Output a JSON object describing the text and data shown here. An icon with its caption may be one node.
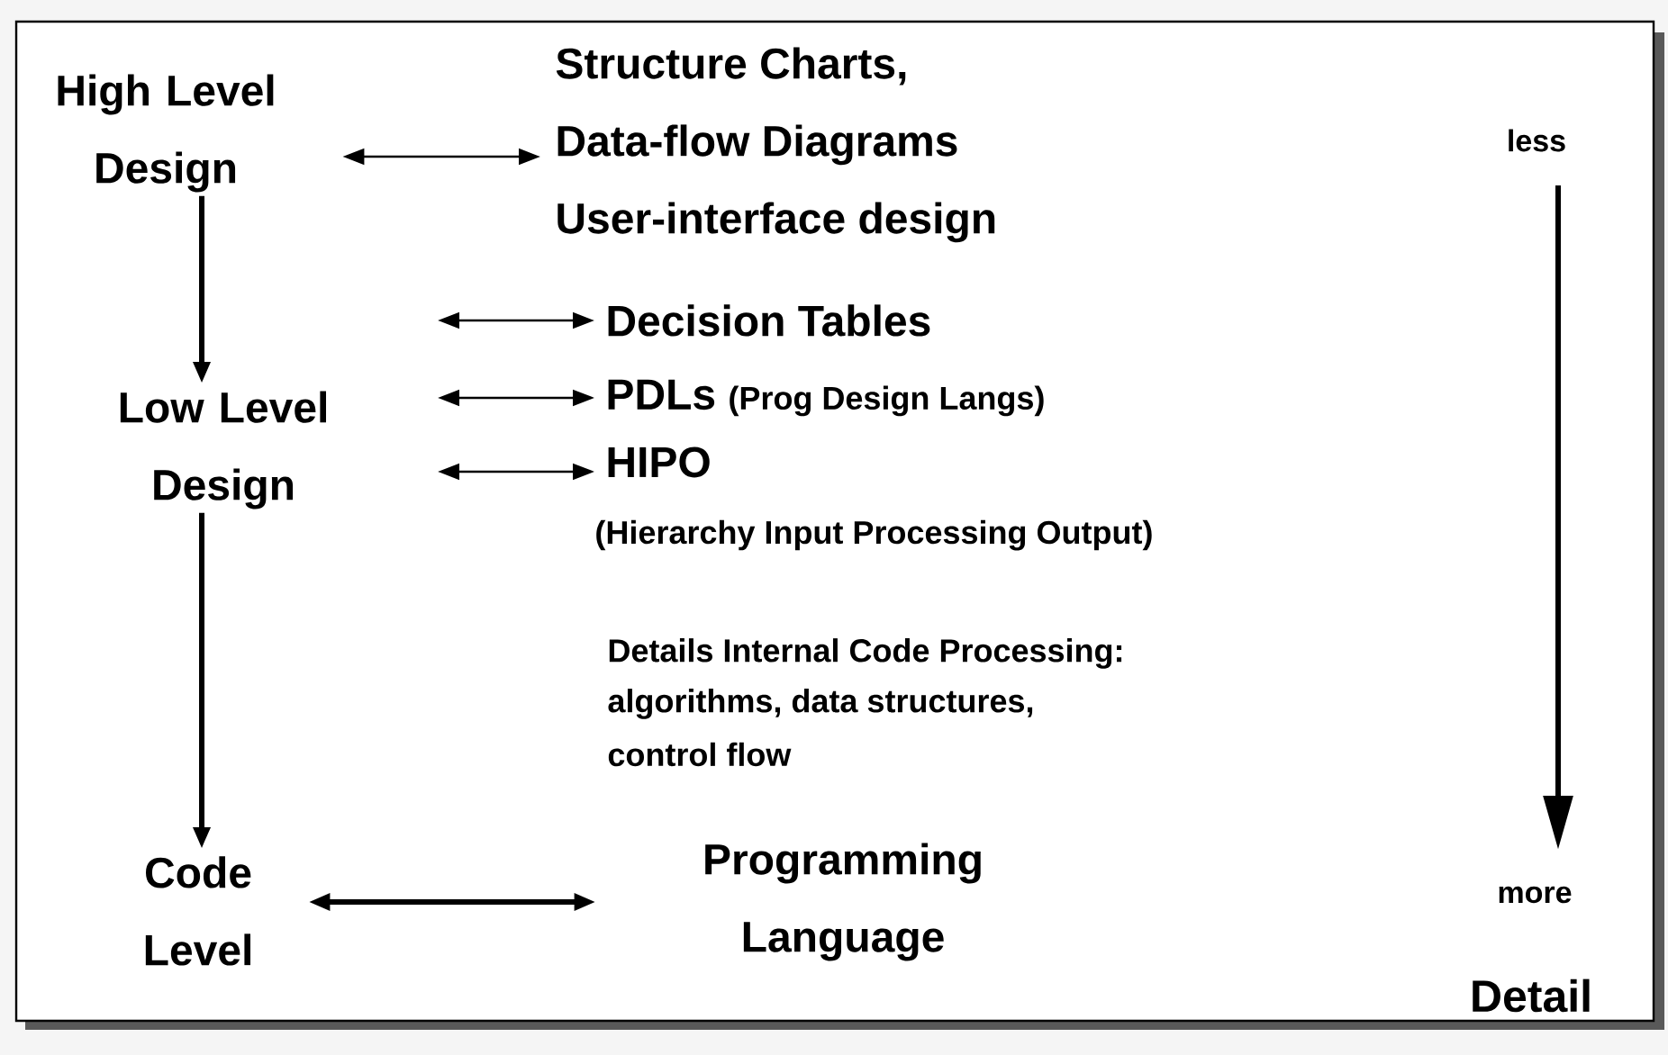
{
  "diagram": {
    "nodes": [
      {
        "text": [
          "High Level Design"
        ]
      },
      {
        "text": [
          "Structure Charts,",
          "Data-flow Diagrams",
          "User-interface design"
        ]
      },
      {
        "text": [
          "Low Level Design"
        ]
      },
      {
        "text": [
          "Decision Tables"
        ]
      },
      {
        "text": [
          "PDLs",
          "(Prog Design Langs)"
        ]
      },
      {
        "text": [
          "HIPO",
          "(Hierarchy Input Processing Output)"
        ]
      },
      {
        "text": [
          "Code Level"
        ]
      },
      {
        "text": [
          "Programming Language"
        ]
      }
    ],
    "edges": [
      {
        "from": 0,
        "to": 1,
        "arrow": "both"
      },
      {
        "from": 0,
        "to": 2,
        "arrow": "to",
        "style": "thick"
      },
      {
        "from": null,
        "to": 3,
        "arrow": "both"
      },
      {
        "from": null,
        "to": 4,
        "arrow": "both"
      },
      {
        "from": null,
        "to": 5,
        "arrow": "both"
      },
      {
        "from": 2,
        "to": 6,
        "arrow": "to",
        "style": "thick"
      },
      {
        "from": 6,
        "to": 7,
        "arrow": "both",
        "style": "thick"
      }
    ],
    "labels": [
      "less",
      "Details Internal Code Processing:",
      "algorithms, data structures,",
      "control flow",
      "more",
      "Detail"
    ]
  }
}
